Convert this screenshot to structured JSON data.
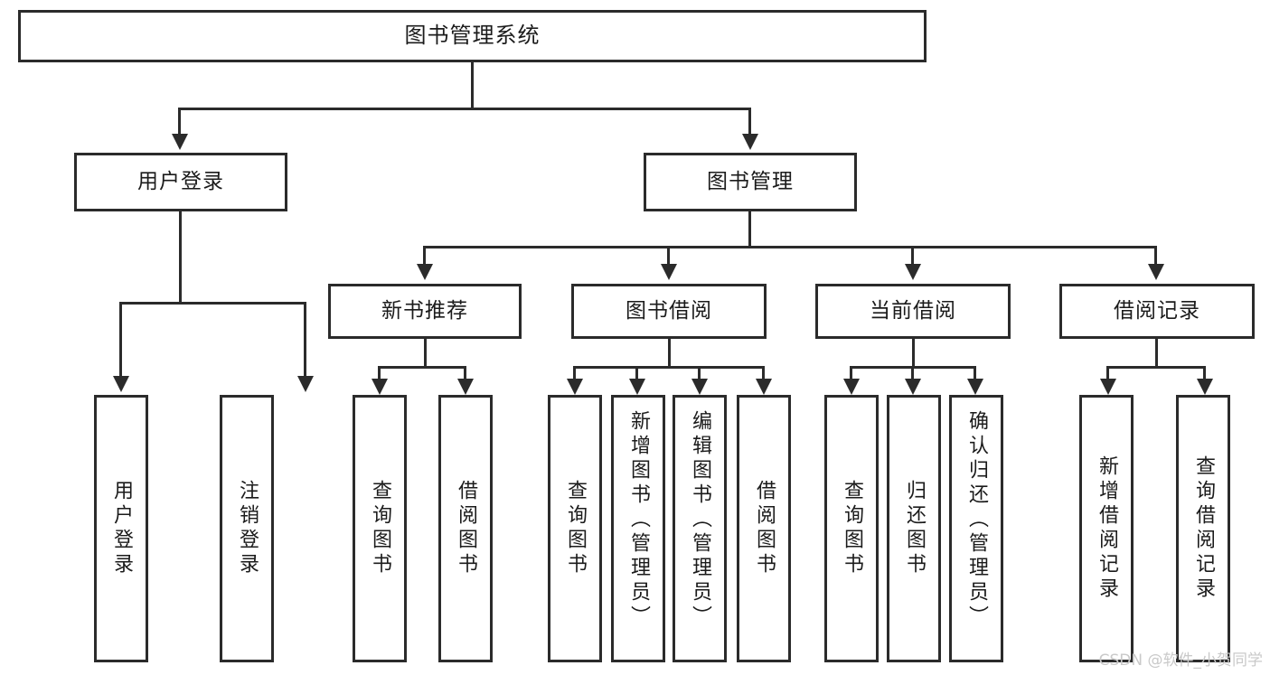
{
  "diagram": {
    "type": "tree-hierarchy-chart",
    "title": "图书管理系统",
    "root": {
      "id": "root",
      "label": "图书管理系统"
    },
    "level2": [
      {
        "id": "user-login",
        "label": "用户登录"
      },
      {
        "id": "book-manage",
        "label": "图书管理"
      }
    ],
    "level3": [
      {
        "id": "new-book-recommend",
        "label": "新书推荐",
        "parent": "book-manage"
      },
      {
        "id": "book-borrow",
        "label": "图书借阅",
        "parent": "book-manage"
      },
      {
        "id": "current-borrow",
        "label": "当前借阅",
        "parent": "book-manage"
      },
      {
        "id": "borrow-record",
        "label": "借阅记录",
        "parent": "book-manage"
      }
    ],
    "leaves": [
      {
        "id": "leaf-user-login",
        "label": "用户登录",
        "parent": "user-login"
      },
      {
        "id": "leaf-user-logout",
        "label": "注销登录",
        "parent": "user-login"
      },
      {
        "id": "leaf-query-book-1",
        "label": "查询图书",
        "parent": "new-book-recommend"
      },
      {
        "id": "leaf-borrow-book-1",
        "label": "借阅图书",
        "parent": "new-book-recommend"
      },
      {
        "id": "leaf-query-book-2",
        "label": "查询图书",
        "parent": "book-borrow"
      },
      {
        "id": "leaf-add-book",
        "label": "新增图书（管理员）",
        "parent": "book-borrow"
      },
      {
        "id": "leaf-edit-book",
        "label": "编辑图书（管理员）",
        "parent": "book-borrow"
      },
      {
        "id": "leaf-borrow-book-2",
        "label": "借阅图书",
        "parent": "book-borrow"
      },
      {
        "id": "leaf-query-book-3",
        "label": "查询图书",
        "parent": "current-borrow"
      },
      {
        "id": "leaf-return-book",
        "label": "归还图书",
        "parent": "current-borrow"
      },
      {
        "id": "leaf-confirm-return",
        "label": "确认归还（管理员）",
        "parent": "current-borrow"
      },
      {
        "id": "leaf-add-record",
        "label": "新增借阅记录",
        "parent": "borrow-record"
      },
      {
        "id": "leaf-query-record",
        "label": "查询借阅记录",
        "parent": "borrow-record"
      }
    ]
  },
  "watermark": {
    "text": "CSDN @软件_小贺同学"
  },
  "colors": {
    "stroke": "#2b2b2b",
    "text": "#1b1b1b",
    "background": "#ffffff",
    "watermark": "#c9c9c9"
  }
}
